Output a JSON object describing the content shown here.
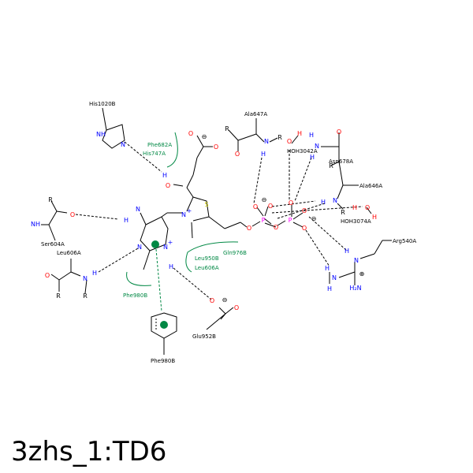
{
  "title": "3zhs_1:TD6",
  "colors": {
    "bond": "#000000",
    "nitrogen": "#0000ff",
    "oxygen": "#ff0000",
    "sulfur": "#cccc00",
    "phosphorus": "#ff00ff",
    "hydrophobic": "#008844",
    "background": "#ffffff"
  },
  "residues": {
    "his1020b": "His1020B",
    "phe682a": "Phe682A",
    "his747a": "His747A",
    "ala647a": "Ala647A",
    "hoh3042a": "HOH3042A",
    "asn678a": "Asn678A",
    "ala646a": "Ala646A",
    "hoh3074a": "HOH3074A",
    "ser604a": "Ser604A",
    "leu606a_top": "Leu606A",
    "arg540a": "Arg540A",
    "gln976b": "Gln976B",
    "leu950b": "Leu950B",
    "leu606a_mid": "Leu606A",
    "phe980b_arc": "Phe980B",
    "glu952b": "Glu952B",
    "phe980b_ring": "Phe980B"
  },
  "atoms": {
    "n": "N",
    "nh": "NH",
    "h": "H",
    "o": "O",
    "s": "S",
    "p": "P",
    "r": "R",
    "h2n": "H₂N",
    "charge_plus": "+",
    "charge_minus": "⊖",
    "charge_plus_circle": "⊕"
  }
}
